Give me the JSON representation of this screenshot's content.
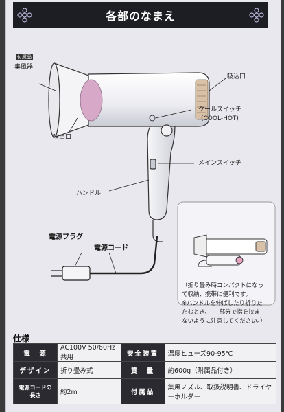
{
  "title": "各部のなまえ",
  "labels": {
    "accessory_tag": "付属品",
    "concentrator": "集風器",
    "outlet": "吹出口",
    "intake": "吸込口",
    "cool_switch": "クールスイッチ",
    "cool_switch_sub": "(COOL-HOT)",
    "main_switch": "メインスイッチ",
    "handle": "ハンドル",
    "plug": "電源プラグ",
    "cord": "電源コード"
  },
  "fold_note": {
    "line1": "（折り畳み時コンパクトになっ",
    "line2": "て収納、携帯に便利です。",
    "line3": "※ハンドルを伸ばしたり折りた",
    "line4": "たむとき、　　部分で指を挟ま",
    "line5": "ないように注意してください。）"
  },
  "spec": {
    "heading": "仕様",
    "rows": [
      {
        "h1": "電　源",
        "v1": "AC100V 50/60Hz共用",
        "h2": "安全装置",
        "v2": "温度ヒューズ90-95℃"
      },
      {
        "h1": "デザイン",
        "v1": "折り畳み式",
        "h2": "質　量",
        "v2": "約600g（附属品付き）"
      },
      {
        "h1": "電源コードの長さ",
        "v1": "約2m",
        "h2": "付属品",
        "v2": "集風ノズル、取扱説明書、ドライヤーホルダー"
      }
    ]
  },
  "colors": {
    "title_bg": "#1d1d24",
    "page_bg": "#e8e8ee",
    "hint_pink": "#e6a3c0"
  }
}
